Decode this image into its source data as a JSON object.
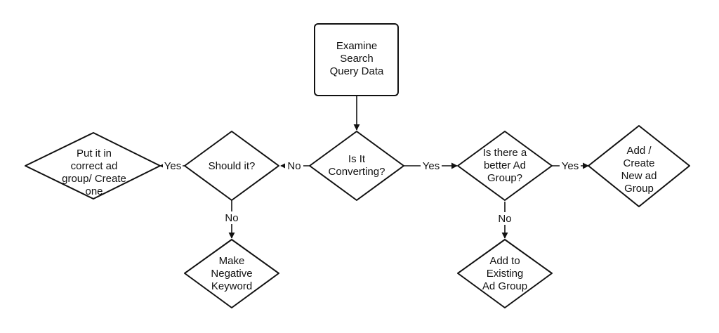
{
  "nodes": {
    "examine": {
      "shape": "rectangle",
      "lines": [
        "Examine",
        "Search",
        "Query Data"
      ]
    },
    "converting": {
      "shape": "diamond",
      "lines": [
        "Is It",
        "Converting?"
      ]
    },
    "should": {
      "shape": "diamond",
      "lines": [
        "Should it?"
      ]
    },
    "correct": {
      "shape": "diamond",
      "lines": [
        "Put it in",
        "correct ad",
        "group/ Create",
        "one"
      ]
    },
    "negative": {
      "shape": "diamond",
      "lines": [
        "Make",
        "Negative",
        "Keyword"
      ]
    },
    "better": {
      "shape": "diamond",
      "lines": [
        "Is there a",
        "better Ad",
        "Group?"
      ]
    },
    "create": {
      "shape": "diamond",
      "lines": [
        "Add /",
        "Create",
        "New ad",
        "Group"
      ]
    },
    "existing": {
      "shape": "diamond",
      "lines": [
        "Add to",
        "Existing",
        "Ad Group"
      ]
    }
  },
  "edges": {
    "examine_to_converting": {
      "from": "Examine Search Query Data",
      "to": "Is It Converting?",
      "label": ""
    },
    "converting_no": {
      "from": "Is It Converting?",
      "to": "Should it?",
      "label": "No"
    },
    "converting_yes": {
      "from": "Is It Converting?",
      "to": "Is there a better Ad Group?",
      "label": "Yes"
    },
    "should_yes": {
      "from": "Should it?",
      "to": "Put it in correct ad group/ Create one",
      "label": "Yes"
    },
    "should_no": {
      "from": "Should it?",
      "to": "Make Negative Keyword",
      "label": "No"
    },
    "better_yes": {
      "from": "Is there a better Ad Group?",
      "to": "Add / Create New ad Group",
      "label": "Yes"
    },
    "better_no": {
      "from": "Is there a better Ad Group?",
      "to": "Add to Existing Ad Group",
      "label": "No"
    }
  }
}
